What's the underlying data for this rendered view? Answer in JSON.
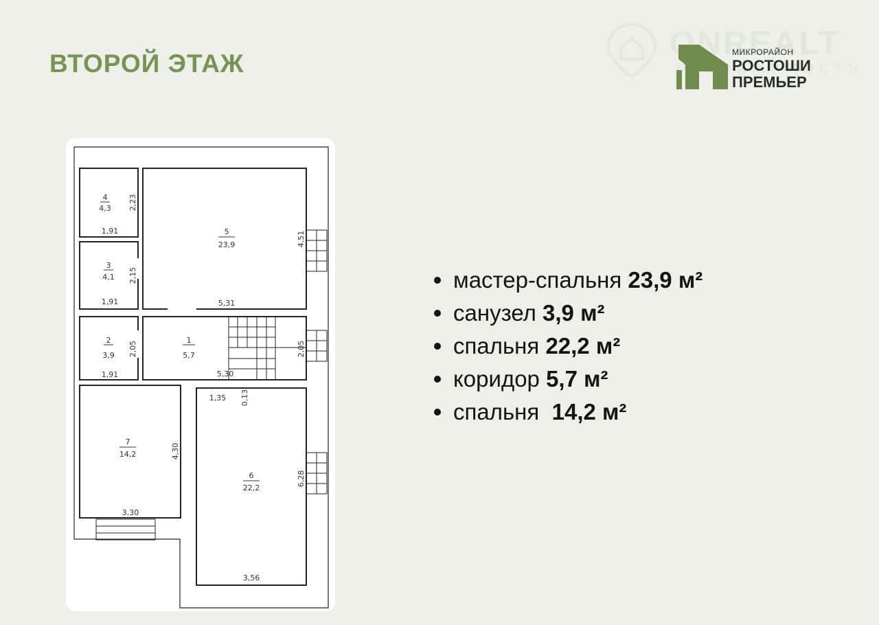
{
  "title": "ВТОРОЙ ЭТАЖ",
  "watermark": {
    "name": "ONREALT",
    "tagline": "НЕДВИЖИМОСТЬ"
  },
  "logo": {
    "small": "МИКРОРАЙОН",
    "line1": "РОСТОШИ",
    "line2": "ПРЕМЬЕР",
    "color": "#6f8b4e"
  },
  "rooms": [
    {
      "name": "мастер-спальня ",
      "area": "23,9 м²"
    },
    {
      "name": "санузел ",
      "area": "3,9 м²"
    },
    {
      "name": "спальня ",
      "area": "22,2 м²"
    },
    {
      "name": "коридор ",
      "area": "5,7 м²"
    },
    {
      "name": "спальня  ",
      "area": "14,2 м²"
    }
  ],
  "plan": {
    "rooms": [
      {
        "num": "4",
        "area": "4,3"
      },
      {
        "num": "3",
        "area": "4,1"
      },
      {
        "num": "2",
        "area": "3,9"
      },
      {
        "num": "1",
        "area": "5,7"
      },
      {
        "num": "5",
        "area": "23,9"
      },
      {
        "num": "7",
        "area": "14,2"
      },
      {
        "num": "6",
        "area": "22,2"
      }
    ],
    "dimensions": [
      "2,23",
      "1,91",
      "2,15",
      "1,91",
      "2,05",
      "1,91",
      "4,51",
      "5,31",
      "2,05",
      "5,30",
      "1,35",
      "0,13",
      "4,30",
      "3,30",
      "6,28",
      "3,56"
    ]
  }
}
